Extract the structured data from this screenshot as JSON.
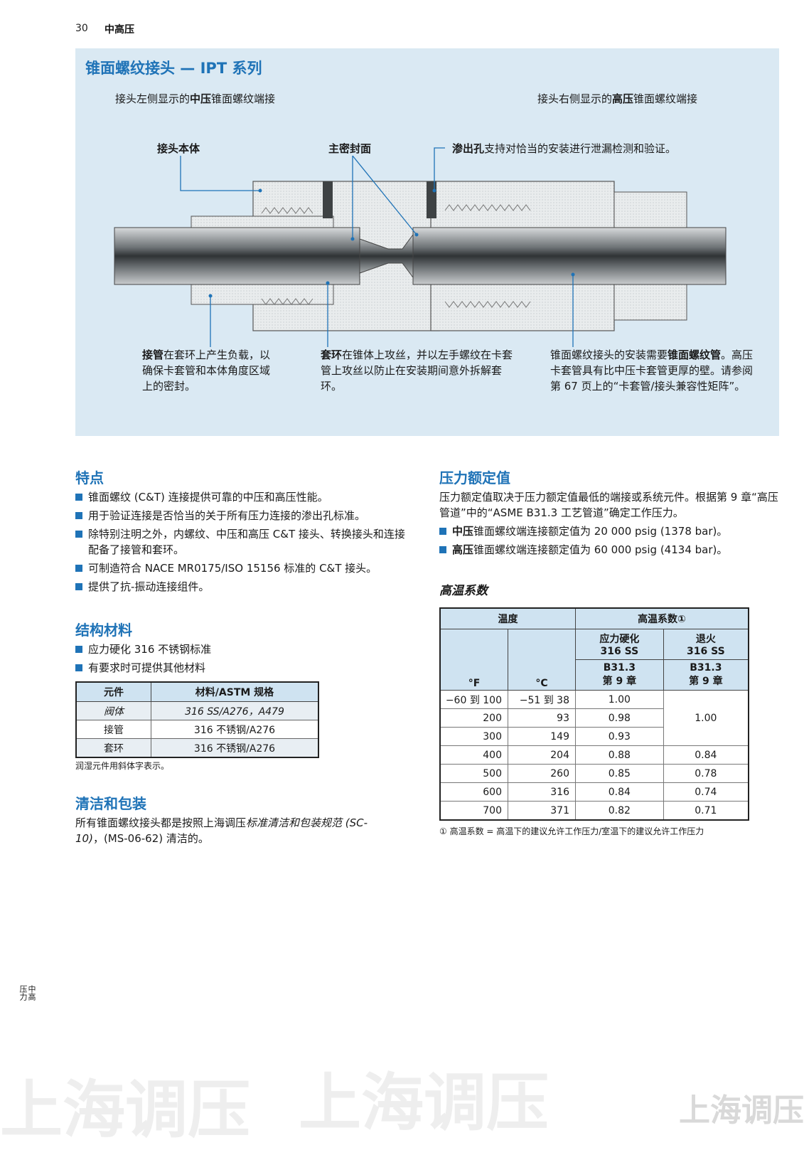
{
  "header": {
    "page_number": "30",
    "section": "中高压"
  },
  "figure": {
    "title": "锥面螺纹接头 — IPT 系列",
    "subtitle_left": {
      "pre": "接头左侧显示的",
      "bold": "中压",
      "post": "锥面螺纹端接"
    },
    "subtitle_right": {
      "pre": "接头右侧显示的",
      "bold": "高压",
      "post": "锥面螺纹端接"
    },
    "label_body": "接头本体",
    "label_seal": "主密封面",
    "label_weep": {
      "bold": "渗出孔",
      "text": "支持对恰当的安装进行泄漏检测和验证。"
    },
    "callout_gland": {
      "bold": "接管",
      "text": "在套环上产生负载，以确保卡套管和本体角度区域上的密封。"
    },
    "callout_collar": {
      "bold": "套环",
      "text": "在锥体上攻丝，并以左手螺纹在卡套管上攻丝以防止在安装期间意外拆解套环。"
    },
    "callout_tube": {
      "pre": "锥面螺纹接头的安装需要",
      "bold": "锥面螺纹管",
      "text": "。高压卡套管具有比中压卡套管更厚的壁。请参阅第 67 页上的“卡套管/接头兼容性矩阵”。"
    }
  },
  "features": {
    "title": "特点",
    "items": [
      "锥面螺纹 (C&T) 连接提供可靠的中压和高压性能。",
      "用于验证连接是否恰当的关于所有压力连接的渗出孔标准。",
      "除特别注明之外，内螺纹、中压和高压 C&T 接头、转换接头和连接配备了接管和套环。",
      "可制造符合 NACE MR0175/ISO 15156 标准的 C&T 接头。",
      "提供了抗-振动连接组件。"
    ]
  },
  "materials": {
    "title": "结构材料",
    "items": [
      "应力硬化 316 不锈钢标准",
      "有要求时可提供其他材料"
    ],
    "table_headers": [
      "元件",
      "材料/ASTM 规格"
    ],
    "rows": [
      {
        "part": "阀体",
        "material": "316 SS/A276，A479"
      },
      {
        "part": "接管",
        "material": "316 不锈钢/A276"
      },
      {
        "part": "套环",
        "material": "316 不锈钢/A276"
      }
    ],
    "note": "润湿元件用斜体字表示。"
  },
  "cleaning": {
    "title": "清洁和包装",
    "text_pre": "所有锥面螺纹接头都是按照上海调压",
    "text_italic": "标准清洁和包装规范 (SC-10)",
    "text_post": "，(MS-06-62) 清洁的。"
  },
  "pressure": {
    "title": "压力额定值",
    "text": "压力额定值取决于压力额定值最低的端接或系统元件。根据第 9 章“高压管道”中的“ASME B31.3 工艺管道”确定工作压力。",
    "items": [
      {
        "bold": "中压",
        "text": "锥面螺纹端连接额定值为 20 000 psig (1378 bar)。"
      },
      {
        "bold": "高压",
        "text": "锥面螺纹端连接额定值为 60 000 psig (4134 bar)。"
      }
    ]
  },
  "high_temp": {
    "title": "高温系数",
    "header_temp": "温度",
    "header_factor": "高温系数①",
    "col_hardened": "应力硬化\n316 SS",
    "col_annealed": "退火\n316 SS",
    "col_f": "°F",
    "col_c": "°C",
    "code_hardened": "B31.3\n第 9 章",
    "code_annealed": "B31.3\n第 9 章",
    "rows": [
      {
        "f": "−60 到 100",
        "c": "−51 到 38",
        "hard": "1.00",
        "ann": "1.00"
      },
      {
        "f": "200",
        "c": "93",
        "hard": "0.98",
        "ann": ""
      },
      {
        "f": "300",
        "c": "149",
        "hard": "0.93",
        "ann": ""
      },
      {
        "f": "400",
        "c": "204",
        "hard": "0.88",
        "ann": "0.84"
      },
      {
        "f": "500",
        "c": "260",
        "hard": "0.85",
        "ann": "0.78"
      },
      {
        "f": "600",
        "c": "316",
        "hard": "0.84",
        "ann": "0.74"
      },
      {
        "f": "700",
        "c": "371",
        "hard": "0.82",
        "ann": "0.71"
      }
    ],
    "footnote": "① 高温系数 = 高温下的建议允许工作压力/室温下的建议允许工作压力"
  },
  "side_tab": "中高\n压力",
  "watermark": "上海调压",
  "colors": {
    "accent": "#1f73b7",
    "panel": "#dae9f3",
    "table_header": "#cfe3f1"
  }
}
